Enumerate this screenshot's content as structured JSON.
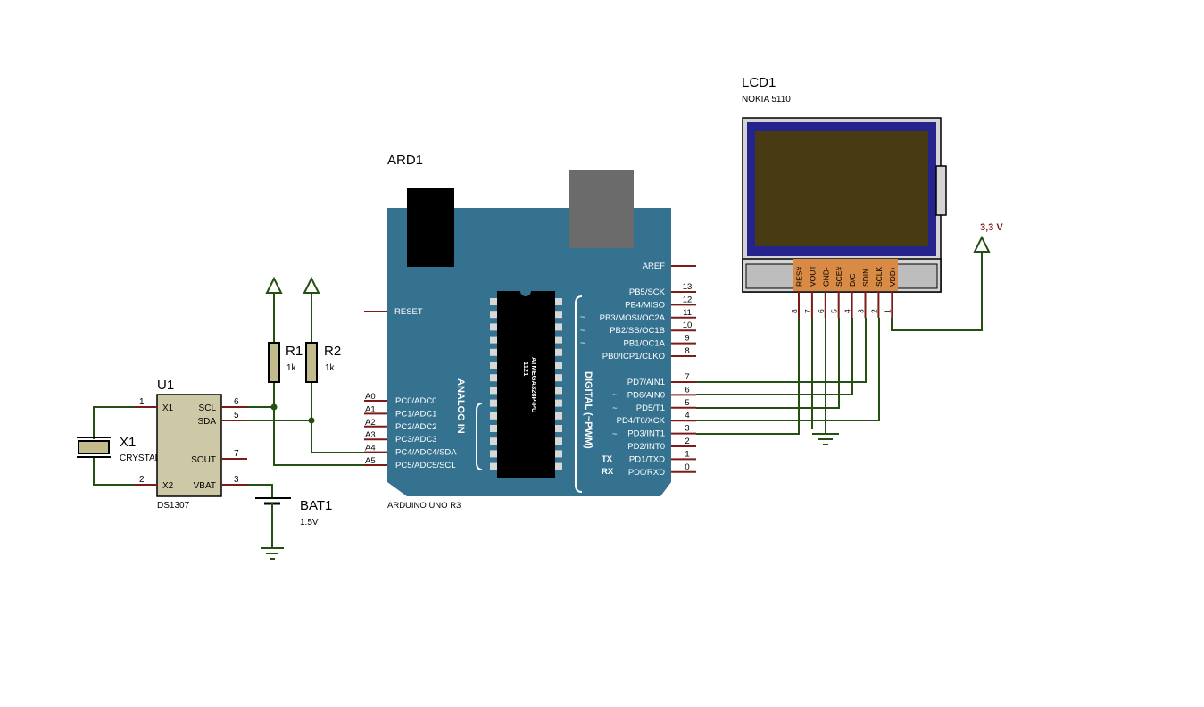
{
  "u1": {
    "ref": "U1",
    "part": "DS1307",
    "pin_labels": {
      "x1": "X1",
      "x2": "X2",
      "scl": "SCL",
      "sda": "SDA",
      "sout": "SOUT",
      "vbat": "VBAT"
    },
    "pin_numbers": {
      "x1": "1",
      "x2": "2",
      "scl": "6",
      "sda": "5",
      "sout": "7",
      "vbat": "3"
    }
  },
  "x1": {
    "ref": "X1",
    "part": "CRYSTAL"
  },
  "bat1": {
    "ref": "BAT1",
    "value": "1.5V"
  },
  "r1": {
    "ref": "R1",
    "value": "1k"
  },
  "r2": {
    "ref": "R2",
    "value": "1k"
  },
  "ard1": {
    "ref": "ARD1",
    "part": "ARDUINO UNO R3",
    "chip_line1": "1121",
    "chip_line2": "ATMEGA328P-PU",
    "analog_title": "ANALOG IN",
    "digital_title": "DIGITAL (~PWM)",
    "aref": "AREF",
    "reset": "RESET",
    "tx": "TX",
    "rx": "RX",
    "tilde": "~",
    "analog_pins": [
      {
        "num": "A0",
        "name": "PC0/ADC0"
      },
      {
        "num": "A1",
        "name": "PC1/ADC1"
      },
      {
        "num": "A2",
        "name": "PC2/ADC2"
      },
      {
        "num": "A3",
        "name": "PC3/ADC3"
      },
      {
        "num": "A4",
        "name": "PC4/ADC4/SDA"
      },
      {
        "num": "A5",
        "name": "PC5/ADC5/SCL"
      }
    ],
    "portb_pins": [
      {
        "num": "13",
        "name": "PB5/SCK"
      },
      {
        "num": "12",
        "name": "PB4/MISO"
      },
      {
        "num": "11",
        "name": "PB3/MOSI/OC2A"
      },
      {
        "num": "10",
        "name": "PB2/SS/OC1B"
      },
      {
        "num": "9",
        "name": "PB1/OC1A"
      },
      {
        "num": "8",
        "name": "PB0/ICP1/CLKO"
      }
    ],
    "portd_pins": [
      {
        "num": "7",
        "name": "PD7/AIN1"
      },
      {
        "num": "6",
        "name": "PD6/AIN0"
      },
      {
        "num": "5",
        "name": "PD5/T1"
      },
      {
        "num": "4",
        "name": "PD4/T0/XCK"
      },
      {
        "num": "3",
        "name": "PD3/INT1"
      },
      {
        "num": "2",
        "name": "PD2/INT0"
      },
      {
        "num": "1",
        "name": "PD1/TXD"
      },
      {
        "num": "0",
        "name": "PD0/RXD"
      }
    ]
  },
  "lcd1": {
    "ref": "LCD1",
    "part": "NOKIA 5110",
    "pins": [
      {
        "name": "RES#",
        "num": "8"
      },
      {
        "name": "VOUT",
        "num": "7"
      },
      {
        "name": "GND-",
        "num": "6"
      },
      {
        "name": "SCE#",
        "num": "5"
      },
      {
        "name": "D/C",
        "num": "4"
      },
      {
        "name": "SDIN",
        "num": "3"
      },
      {
        "name": "SCLK",
        "num": "2"
      },
      {
        "name": "VDD+",
        "num": "1"
      }
    ]
  },
  "power": {
    "label": "3,3 V"
  },
  "colors": {
    "wire": "#264f13",
    "pin": "#7d1a1a",
    "board": "#357290",
    "chip": "#000000",
    "lcd_screen": "#483a12",
    "lcd_frame": "#25248d",
    "lcd_header": "#d98a45",
    "ic_body": "#cdc9a6"
  }
}
